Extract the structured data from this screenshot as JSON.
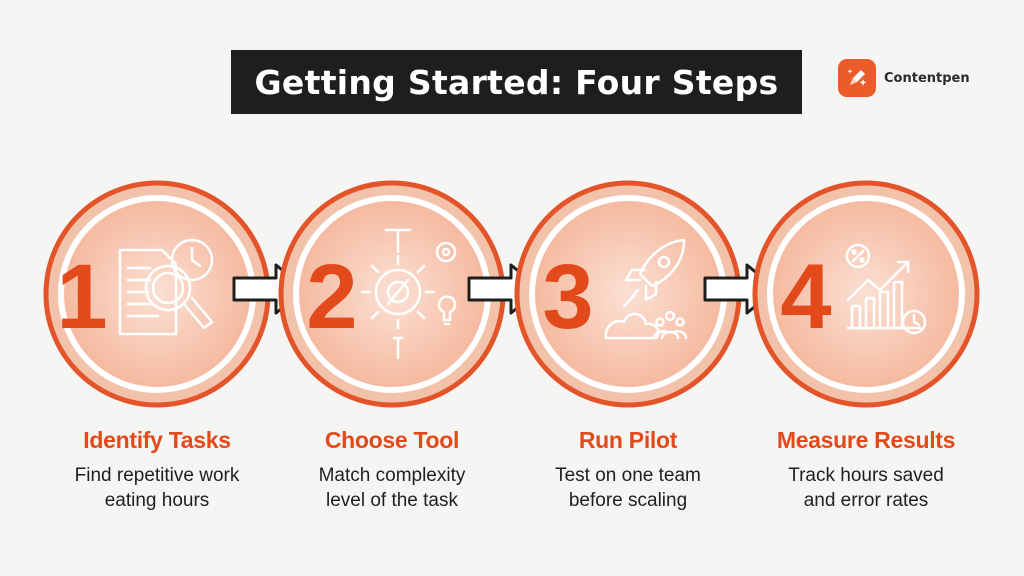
{
  "header": {
    "title": "Getting Started: Four Steps"
  },
  "brand": {
    "name": "Contentpen",
    "icon": "pen-sparkle-icon"
  },
  "colors": {
    "accent": "#e24a1b",
    "circle_fill": "#f7c8b4",
    "ring": "#e4542a",
    "text": "#1f1f1f",
    "background": "#f5f5f3"
  },
  "steps": [
    {
      "number": "1",
      "title": "Identify Tasks",
      "desc_line1": "Find repetitive work",
      "desc_line2": "eating hours",
      "icon": "document-magnifier-clock-icon"
    },
    {
      "number": "2",
      "title": "Choose Tool",
      "desc_line1": "Match complexity",
      "desc_line2": "level of the task",
      "icon": "gear-tools-icon"
    },
    {
      "number": "3",
      "title": "Run Pilot",
      "desc_line1": "Test on one team",
      "desc_line2": "before scaling",
      "icon": "rocket-team-icon"
    },
    {
      "number": "4",
      "title": "Measure Results",
      "desc_line1": "Track hours saved",
      "desc_line2": "and error rates",
      "icon": "growth-chart-icon"
    }
  ]
}
